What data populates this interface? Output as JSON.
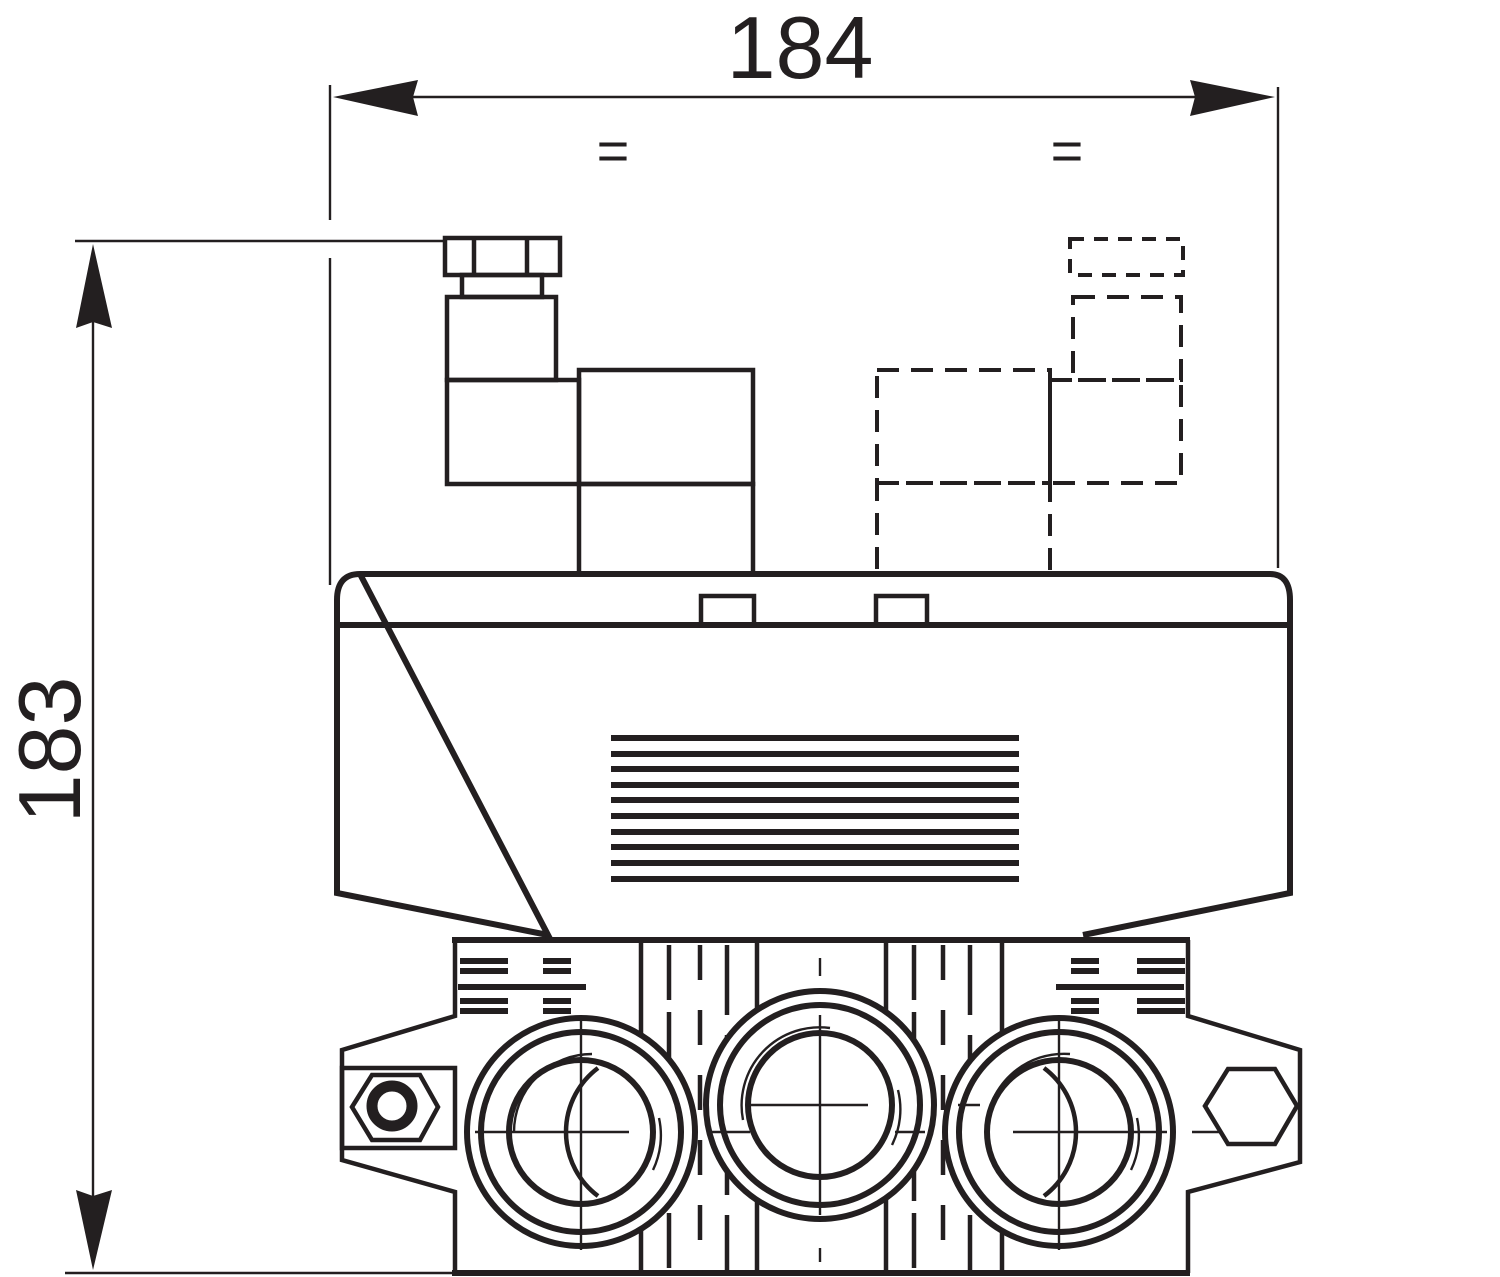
{
  "drawing": {
    "type": "technical-dimension-drawing",
    "subject": "solenoid valve with base plate, front view",
    "line_color": "#231f20",
    "background": "#ffffff"
  },
  "dimensions": {
    "width": {
      "label": "184",
      "orientation": "horizontal",
      "equal_marks": [
        "=",
        "="
      ]
    },
    "height": {
      "label": "183",
      "orientation": "vertical"
    }
  },
  "components": {
    "solenoid_coil": {
      "style": "solid",
      "position": "left"
    },
    "solenoid_coil_alt": {
      "style": "dashed",
      "position": "right"
    },
    "valve_body": {
      "vent_slots": 10
    },
    "base_plate": {
      "ports": 3,
      "hex_plugs": 2
    }
  }
}
